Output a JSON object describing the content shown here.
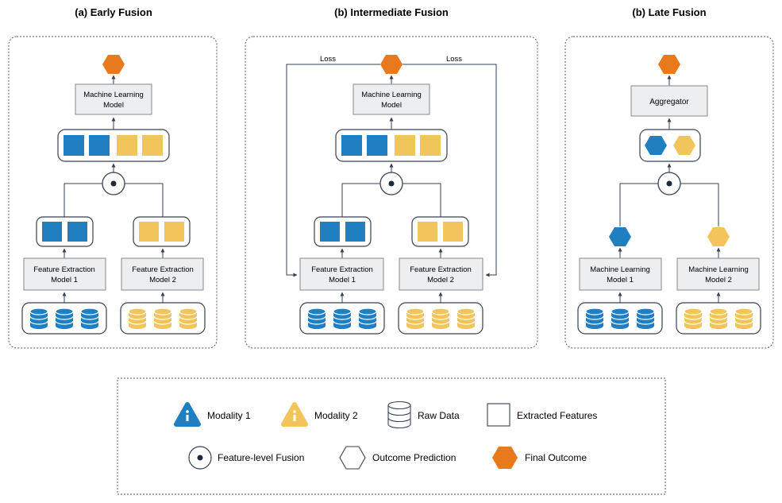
{
  "titles": {
    "early": "(a) Early Fusion",
    "intermediate": "(b) Intermediate Fusion",
    "late": "(b) Late Fusion"
  },
  "labels": {
    "ml_model_line1": "Machine Learning",
    "ml_model_line2": "Model",
    "fe_model_line1": "Feature Extraction",
    "fe_model1_line2": "Model 1",
    "fe_model2_line2": "Model 2",
    "mlm_model1_line2": "Model 1",
    "mlm_model2_line2": "Model 2",
    "aggregator": "Aggregator",
    "loss": "Loss"
  },
  "legend": {
    "modality1": "Modality 1",
    "modality2": "Modality 2",
    "raw_data": "Raw Data",
    "extracted_features": "Extracted Features",
    "feature_fusion": "Feature-level Fusion",
    "outcome_prediction": "Outcome Prediction",
    "final_outcome": "Final Outcome"
  },
  "colors": {
    "modality1": "#1f7fc1",
    "modality2": "#f2c55c",
    "final": "#e8791c",
    "model_fill": "#eceef0",
    "stroke": "#374151"
  }
}
